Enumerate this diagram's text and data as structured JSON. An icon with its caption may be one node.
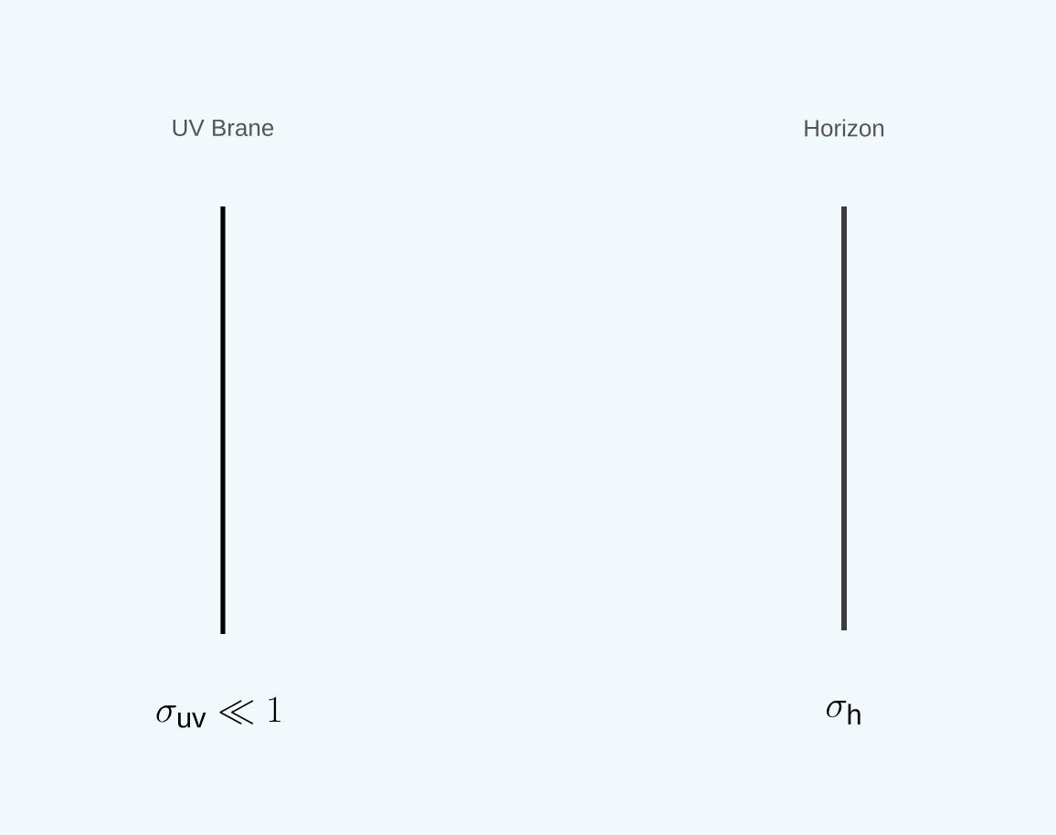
{
  "diagram": {
    "nodes": [
      {
        "text": [
          "UV Brane"
        ],
        "beside": [
          "\\sigma_{\\mathrm{uv}} \\ll 1"
        ]
      },
      {
        "text": [
          "Horizon"
        ],
        "beside": [
          "\\sigma_{\\mathrm{h}}"
        ]
      }
    ]
  }
}
